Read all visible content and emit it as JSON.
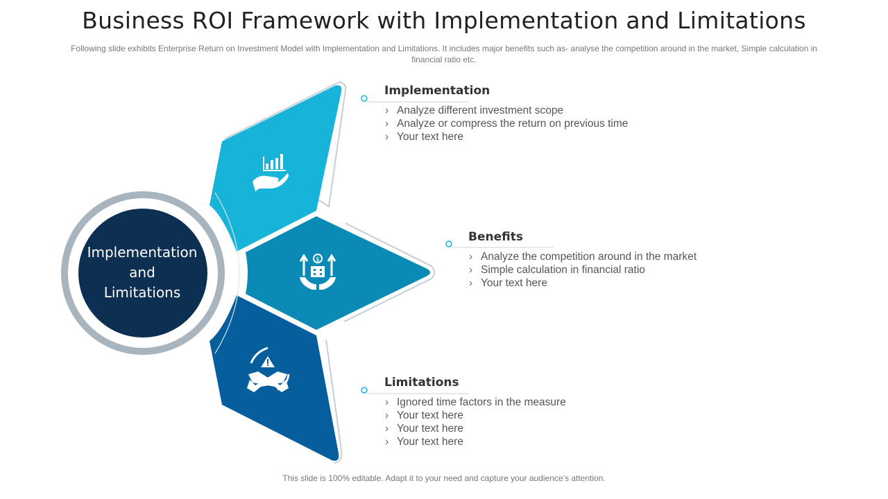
{
  "title": "Business ROI Framework with Implementation and Limitations",
  "subtitle": "Following slide exhibits Enterprise Return on Investment Model with Implementation and Limitations. It includes major benefits such as- analyse the competition around in the market, Simple calculation in financial ratio etc.",
  "center": {
    "line1": "Implementation",
    "line2": "and",
    "line3": "Limitations"
  },
  "sections": [
    {
      "heading": "Implementation",
      "icon": "hand-bar-chart-icon",
      "color": "#17b3d9",
      "items": [
        "Analyze different investment scope",
        "Analyze or compress the return on previous time",
        "Your text here"
      ]
    },
    {
      "heading": "Benefits",
      "icon": "hands-growth-money-icon",
      "color": "#0a8bb5",
      "items": [
        "Analyze the competition around in the market",
        "Simple calculation in financial ratio",
        "Your text here"
      ]
    },
    {
      "heading": "Limitations",
      "icon": "crossed-hands-warning-icon",
      "color": "#065f9c",
      "items": [
        "Ignored time factors in the measure",
        "Your text here",
        "Your text here",
        "Your text here"
      ]
    }
  ],
  "center_color": "#0d2f52",
  "ring_color": "#a8b4be",
  "footer": "This slide is 100% editable. Adapt it to your need and capture your audience’s attention."
}
